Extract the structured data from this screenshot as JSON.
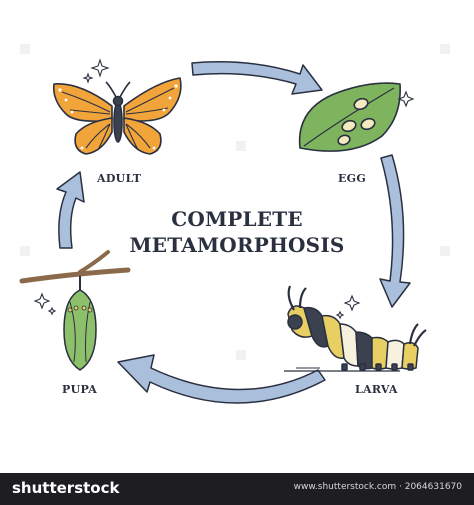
{
  "title": {
    "line1": "COMPLETE",
    "line2": "METAMORPHOSIS"
  },
  "stages": {
    "adult": "ADULT",
    "egg": "EGG",
    "larva": "LARVA",
    "pupa": "PUPA"
  },
  "footer": {
    "logo": "shutterstock",
    "image_id": "www.shutterstock.com · 2064631670"
  },
  "colors": {
    "arrow_fill": "#a9bfdc",
    "outline": "#2b3040",
    "butterfly_orange": "#f0a43a",
    "leaf_green": "#7fb45f",
    "pupa_green": "#8cc06a",
    "larva_yellow": "#e7cf63"
  }
}
